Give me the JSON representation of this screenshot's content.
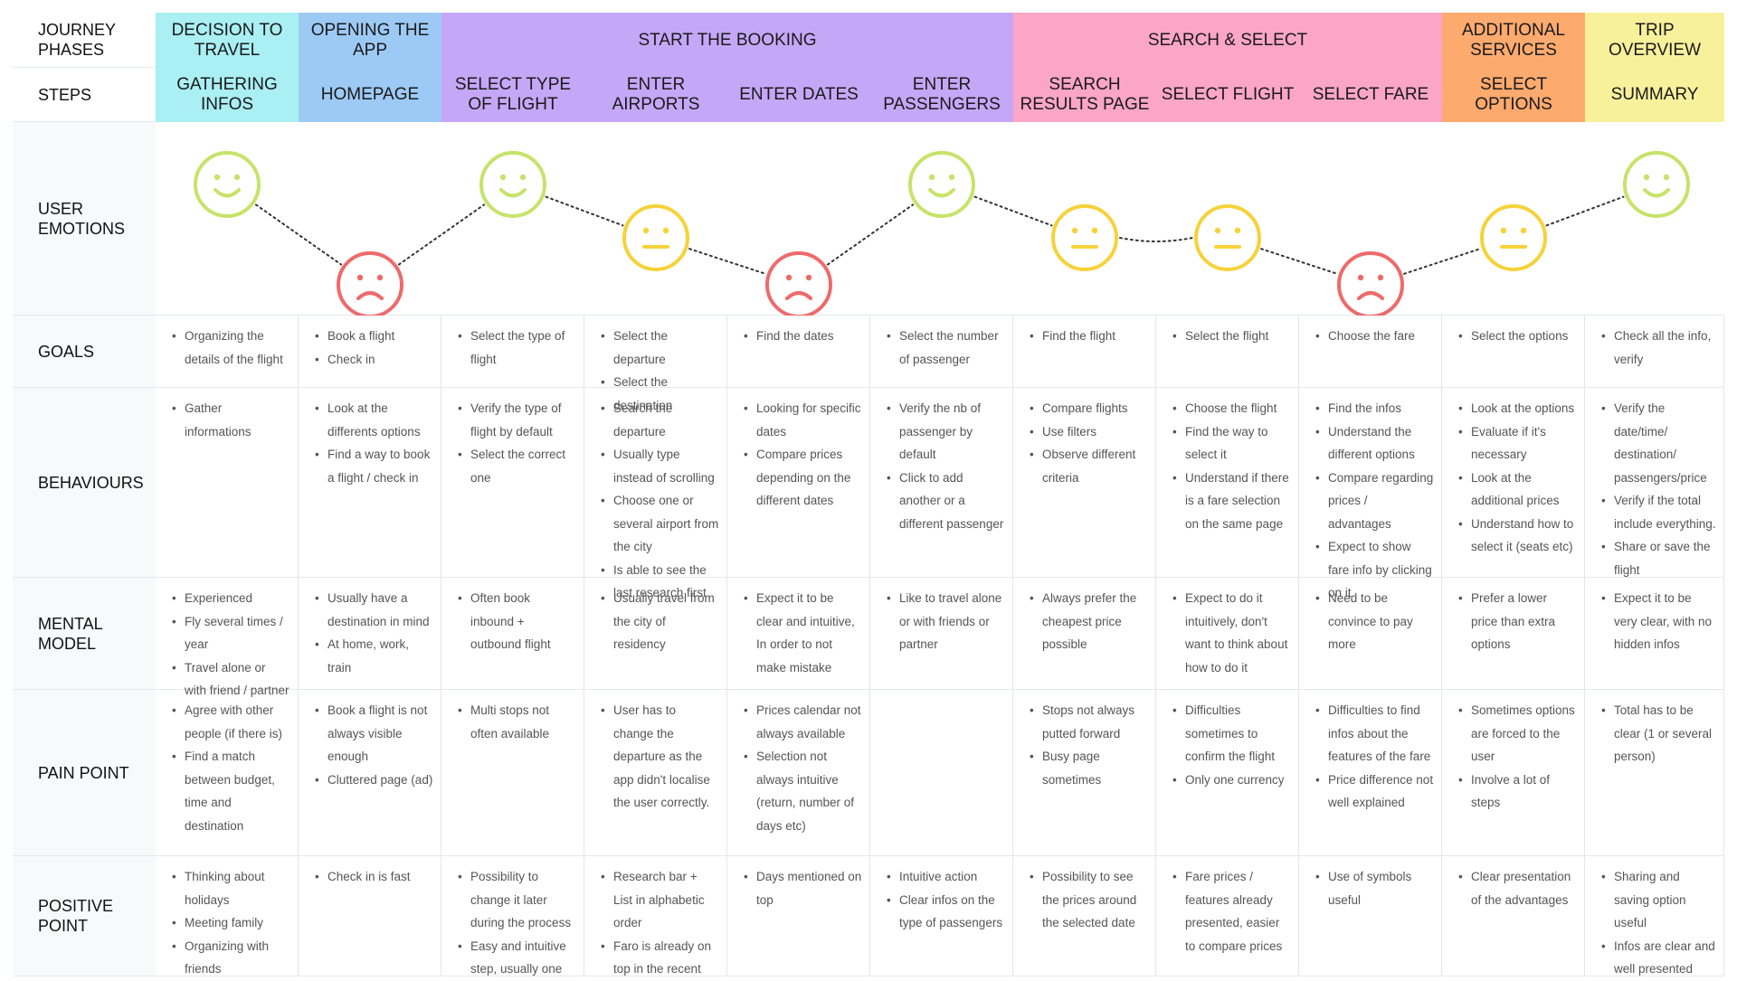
{
  "row_labels": {
    "phases": "JOURNEY PHASES",
    "steps": "STEPS",
    "emotions": "USER EMOTIONS",
    "goals": "GOALS",
    "behaviours": "BEHAVIOURS",
    "mental": "MENTAL MODEL",
    "pain": "PAIN POINT",
    "positive": "POSITIVE POINT"
  },
  "phases": [
    {
      "label": "DECISION TO TRAVEL",
      "color": "#a9eff4"
    },
    {
      "label": "OPENING THE APP",
      "color": "#9dcaf5"
    },
    {
      "label": "START THE BOOKING",
      "color": "#c5a7f7"
    },
    {
      "label": "SEARCH & SELECT",
      "color": "#fca6c6"
    },
    {
      "label": "ADDITIONAL SERVICES",
      "color": "#fdaa6e"
    },
    {
      "label": "TRIP OVERVIEW",
      "color": "#f7f19b"
    }
  ],
  "steps": [
    {
      "label": "GATHERING INFOS",
      "color": "#a9eff4",
      "emotion": "happy"
    },
    {
      "label": "HOMEPAGE",
      "color": "#9dcaf5",
      "emotion": "sad"
    },
    {
      "label": "SELECT TYPE OF FLIGHT",
      "color": "#c5a7f7",
      "emotion": "happy"
    },
    {
      "label": "ENTER AIRPORTS",
      "color": "#c5a7f7",
      "emotion": "neutral"
    },
    {
      "label": "ENTER DATES",
      "color": "#c5a7f7",
      "emotion": "sad"
    },
    {
      "label": "ENTER PASSENGERS",
      "color": "#c5a7f7",
      "emotion": "happy"
    },
    {
      "label": "SEARCH RESULTS PAGE",
      "color": "#fca6c6",
      "emotion": "neutral"
    },
    {
      "label": "SELECT FLIGHT",
      "color": "#fca6c6",
      "emotion": "neutral"
    },
    {
      "label": "SELECT FARE",
      "color": "#fca6c6",
      "emotion": "sad"
    },
    {
      "label": "SELECT OPTIONS",
      "color": "#fdaa6e",
      "emotion": "neutral"
    },
    {
      "label": "SUMMARY",
      "color": "#f7f19b",
      "emotion": "happy"
    }
  ],
  "emotion_colors": {
    "happy": "#c6e36a",
    "neutral": "#f6d23a",
    "sad": "#ee6a6a"
  },
  "goals": [
    [
      "Organizing the details of the flight"
    ],
    [
      "Book a flight",
      "Check in"
    ],
    [
      "Select the type of flight"
    ],
    [
      "Select the departure",
      "Select the destination"
    ],
    [
      "Find the dates"
    ],
    [
      "Select the number of passenger"
    ],
    [
      "Find the flight"
    ],
    [
      "Select the flight"
    ],
    [
      "Choose the fare"
    ],
    [
      "Select the options"
    ],
    [
      "Check all the info, verify"
    ]
  ],
  "behaviours": [
    [
      "Gather informations"
    ],
    [
      "Look at the differents options",
      "Find a way to book a flight / check in"
    ],
    [
      "Verify the type of flight by default",
      "Select the correct one"
    ],
    [
      "Search the departure",
      "Usually type instead of scrolling",
      "Choose one or several airport from the city",
      "Is able to see the last research first"
    ],
    [
      "Looking for specific dates",
      "Compare prices depending on the different dates"
    ],
    [
      "Verify the nb of passenger by default",
      "Click to add another or a different passenger"
    ],
    [
      "Compare flights",
      "Use filters",
      "Observe different criteria"
    ],
    [
      "Choose the flight",
      "Find the way to select it",
      "Understand if there is a fare selection on the same page"
    ],
    [
      "Find the infos",
      "Understand the different options",
      "Compare regarding prices / advantages",
      "Expect to show fare info by clicking on it"
    ],
    [
      "Look at the options",
      "Evaluate if it's necessary",
      "Look at the additional prices",
      "Understand how to select it (seats etc)"
    ],
    [
      "Verify the date/time/ destination/ passengers/price",
      "Verify if the total include everything.",
      "Share or save the flight"
    ]
  ],
  "mental": [
    [
      "Experienced",
      "Fly several times / year",
      "Travel alone or with friend / partner"
    ],
    [
      "Usually have a destination in mind",
      "At home, work, train"
    ],
    [
      "Often book inbound + outbound flight"
    ],
    [
      "Usually travel from the city of residency"
    ],
    [
      "Expect it to be clear and intuitive, In order to not make mistake"
    ],
    [
      "Like to travel alone or with friends or partner"
    ],
    [
      "Always prefer the cheapest price possible"
    ],
    [
      "Expect to do it intuitively, don't want to think about how to do it"
    ],
    [
      "Need to be convince to pay more"
    ],
    [
      "Prefer a lower price than extra options"
    ],
    [
      "Expect it to be very clear, with no hidden infos"
    ]
  ],
  "pain": [
    [
      "Agree with other people (if there is)",
      "Find a match between budget, time and destination"
    ],
    [
      "Book a flight is not always visible enough",
      "Cluttered page (ad)"
    ],
    [
      "Multi stops not often available"
    ],
    [
      "User has to change the departure as the app didn't localise the user correctly."
    ],
    [
      "Prices calendar not always available",
      "Selection not always intuitive (return, number of days etc)"
    ],
    [],
    [
      "Stops not always putted forward",
      "Busy page sometimes"
    ],
    [
      "Difficulties sometimes to confirm the flight",
      "Only one currency"
    ],
    [
      "Difficulties to find infos about the features of the fare",
      "Price difference not well explained"
    ],
    [
      "Sometimes options are forced to the user",
      "Involve a lot of steps"
    ],
    [
      "Total has to be clear (1 or several person)"
    ]
  ],
  "positive": [
    [
      "Thinking about holidays",
      "Meeting family",
      "Organizing with friends"
    ],
    [
      "Check in is fast"
    ],
    [
      "Possibility to change it later during the process",
      "Easy and intuitive step, usually one"
    ],
    [
      "Research bar + List in alphabetic order",
      "Faro is already on top in the recent"
    ],
    [
      "Days mentioned on top"
    ],
    [
      "Intuitive action",
      "Clear infos on the type of passengers"
    ],
    [
      "Possibility to see the prices around the selected date"
    ],
    [
      "Fare prices / features already presented, easier to compare prices"
    ],
    [
      "Use of symbols useful"
    ],
    [
      "Clear presentation of the advantages"
    ],
    [
      "Sharing and saving option useful",
      "Infos are clear and well presented"
    ]
  ]
}
